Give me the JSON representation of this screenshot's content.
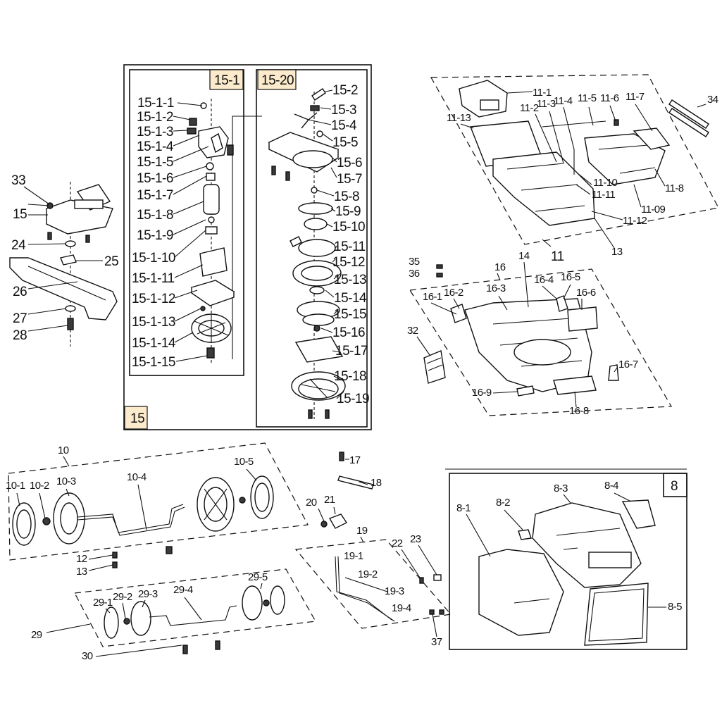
{
  "colors": {
    "line": "#111111",
    "tag_fill": "#fbeacb",
    "background": "#ffffff"
  },
  "box_tags": {
    "b15": "15",
    "b15_1": "15-1",
    "b15_20": "15-20",
    "b8": "8"
  },
  "labels": {
    "l15_1_1": "15-1-1",
    "l15_1_2": "15-1-2",
    "l15_1_3": "15-1-3",
    "l15_1_4": "15-1-4",
    "l15_1_5": "15-1-5",
    "l15_1_6": "15-1-6",
    "l15_1_7": "15-1-7",
    "l15_1_8": "15-1-8",
    "l15_1_9": "15-1-9",
    "l15_1_10": "15-1-10",
    "l15_1_11": "15-1-11",
    "l15_1_12": "15-1-12",
    "l15_1_13": "15-1-13",
    "l15_1_14": "15-1-14",
    "l15_1_15": "15-1-15",
    "l15_2": "15-2",
    "l15_3": "15-3",
    "l15_4": "15-4",
    "l15_5": "15-5",
    "l15_6": "15-6",
    "l15_7": "15-7",
    "l15_8": "15-8",
    "l15_9": "15-9",
    "l15_10": "15-10",
    "l15_11": "15-11",
    "l15_12": "15-12",
    "l15_13": "15-13",
    "l15_14": "15-14",
    "l15_15": "15-15",
    "l15_16": "15-16",
    "l15_17": "15-17",
    "l15_18": "15-18",
    "l15_19": "15-19",
    "l33": "33",
    "l15": "15",
    "l24": "24",
    "l25": "25",
    "l26": "26",
    "l27": "27",
    "l28": "28",
    "l11_1": "11-1",
    "l11_2": "11-2",
    "l11_3": "11-3",
    "l11_4": "11-4",
    "l11_5": "11-5",
    "l11_6": "11-6",
    "l11_7": "11-7",
    "l11_13": "11-13",
    "l11_10": "11-10",
    "l11_11": "11-11",
    "l11_8": "11-8",
    "l11_09": "11-09",
    "l11_12": "11-12",
    "l13": "13",
    "l11": "11",
    "l34": "34",
    "l35": "35",
    "l36": "36",
    "l16": "16",
    "l14": "14",
    "l16_1": "16-1",
    "l16_2": "16-2",
    "l16_3": "16-3",
    "l16_4": "16-4",
    "l16_5": "16-5",
    "l16_6": "16-6",
    "l32": "32",
    "l16_7": "16-7",
    "l16_9": "16-9",
    "l16_8": "16-8",
    "l10": "10",
    "l10_1": "10-1",
    "l10_2": "10-2",
    "l10_3": "10-3",
    "l10_4": "10-4",
    "l10_5": "10-5",
    "l12": "12",
    "l13b": "13",
    "l17": "17",
    "l18": "18",
    "l20": "20",
    "l21": "21",
    "l19": "19",
    "l19_1": "19-1",
    "l19_2": "19-2",
    "l19_3": "19-3",
    "l19_4": "19-4",
    "l22": "22",
    "l23": "23",
    "l37": "37",
    "l29": "29",
    "l29_1": "29-1",
    "l29_2": "29-2",
    "l29_3": "29-3",
    "l29_4": "29-4",
    "l29_5": "29-5",
    "l30": "30",
    "l8_1": "8-1",
    "l8_2": "8-2",
    "l8_3": "8-3",
    "l8_4": "8-4",
    "l8_5": "8-5"
  }
}
